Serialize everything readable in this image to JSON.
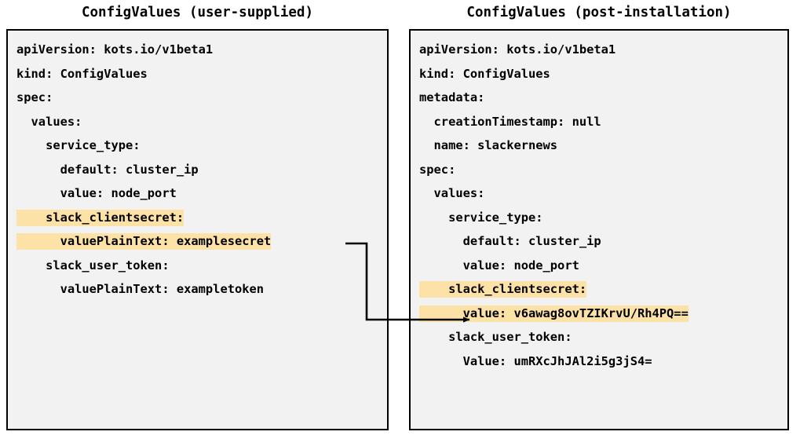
{
  "diagram": {
    "type": "flow-annotation",
    "background_color": "#ffffff",
    "box_fill_color": "#f2f2f2",
    "box_border_color": "#000000",
    "highlight_color": "#fde2a7",
    "connector_color": "#000000",
    "connector_label": ""
  },
  "panels": [
    {
      "id": "user-supplied",
      "title": "ConfigValues (user-supplied)",
      "lines": [
        {
          "text": "apiVersion: kots.io/v1beta1",
          "highlight": false
        },
        {
          "text": "kind: ConfigValues",
          "highlight": false
        },
        {
          "text": "spec:",
          "highlight": false
        },
        {
          "text": "  values:",
          "highlight": false
        },
        {
          "text": "    service_type:",
          "highlight": false
        },
        {
          "text": "      default: cluster_ip",
          "highlight": false
        },
        {
          "text": "      value: node_port",
          "highlight": false
        },
        {
          "text": "    slack_clientsecret:",
          "highlight": true
        },
        {
          "text": "      valuePlainText: examplesecret",
          "highlight": true
        },
        {
          "text": "    slack_user_token:",
          "highlight": false
        },
        {
          "text": "      valuePlainText: exampletoken",
          "highlight": false
        }
      ]
    },
    {
      "id": "post-installation",
      "title": "ConfigValues (post-installation)",
      "lines": [
        {
          "text": "apiVersion: kots.io/v1beta1",
          "highlight": false
        },
        {
          "text": "kind: ConfigValues",
          "highlight": false
        },
        {
          "text": "metadata:",
          "highlight": false
        },
        {
          "text": "  creationTimestamp: null",
          "highlight": false
        },
        {
          "text": "  name: slackernews",
          "highlight": false
        },
        {
          "text": "spec:",
          "highlight": false
        },
        {
          "text": "  values:",
          "highlight": false
        },
        {
          "text": "    service_type:",
          "highlight": false
        },
        {
          "text": "      default: cluster_ip",
          "highlight": false
        },
        {
          "text": "      value: node_port",
          "highlight": false
        },
        {
          "text": "    slack_clientsecret:",
          "highlight": true
        },
        {
          "text": "      value: v6awag8ovTZIKrvU/Rh4PQ==",
          "highlight": true
        },
        {
          "text": "    slack_user_token:",
          "highlight": false
        },
        {
          "text": "      Value: umRXcJhJAl2i5g3jS4=",
          "highlight": false
        }
      ]
    }
  ]
}
